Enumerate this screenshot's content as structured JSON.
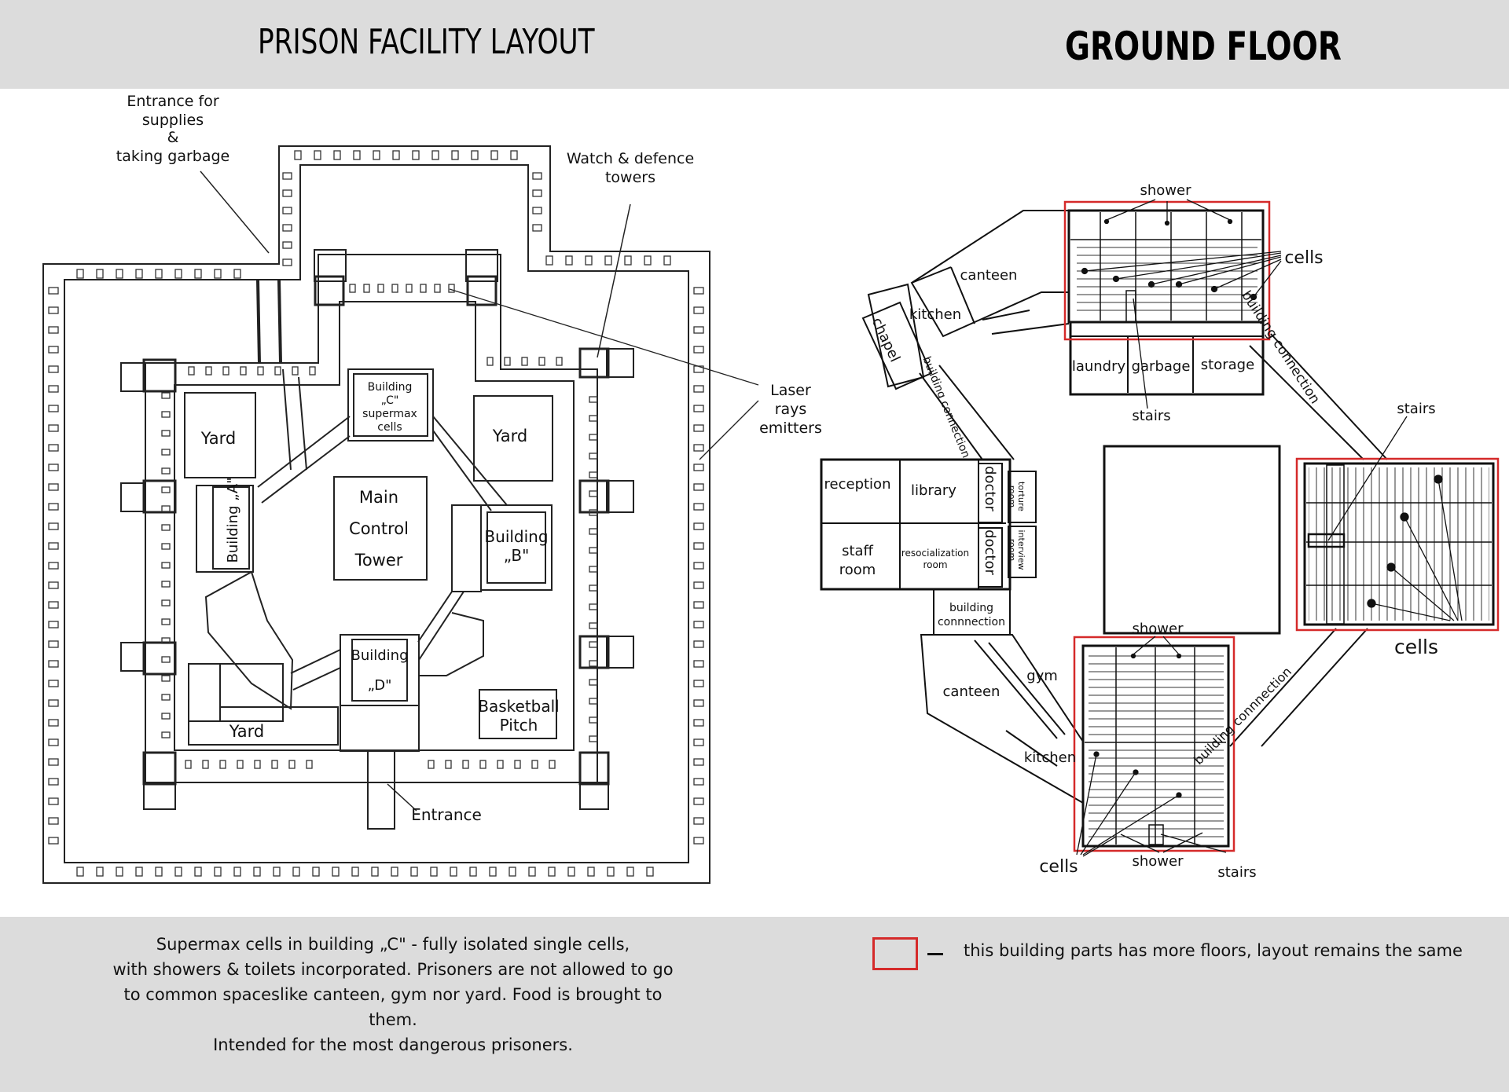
{
  "titles": {
    "left": "PRISON FACILITY LAYOUT",
    "right": "GROUND FLOOR"
  },
  "facility_labels": {
    "entrance_supplies": [
      "Entrance for",
      "supplies",
      "&",
      "taking garbage"
    ],
    "watch_towers": [
      "Watch & defence",
      "towers"
    ],
    "laser": [
      "Laser",
      "rays",
      "emitters"
    ],
    "building_c": [
      "Building",
      "„C\"",
      "supermax",
      "cells"
    ],
    "yard": "Yard",
    "main_control": [
      "Main",
      "Control",
      "Tower"
    ],
    "building_a": "Building „A\"",
    "building_b": [
      "Building",
      "„B\""
    ],
    "building_d": [
      "Building",
      "„D\""
    ],
    "basketball": [
      "Basketball",
      "Pitch"
    ],
    "entrance": "Entrance"
  },
  "floor_labels": {
    "shower": "shower",
    "cells": "cells",
    "canteen": "canteen",
    "kitchen": "kitchen",
    "chapel": "chapel",
    "laundry": "laundry",
    "garbage": "garbage",
    "storage": "storage",
    "stairs": "stairs",
    "building_connection": "building connection",
    "building_connnection": "building connnection",
    "reception": "reception",
    "library": "library",
    "doctor": "doctor",
    "torture_room": [
      "torture",
      "room"
    ],
    "interview_room": [
      "interview",
      "room"
    ],
    "staff_room": [
      "staff",
      "room"
    ],
    "resocialization_room": [
      "resocialization",
      "room"
    ],
    "gym": "gym"
  },
  "notes": {
    "supermax": [
      "Supermax cells in building „C\" - fully isolated single cells,",
      "with showers & toilets incorporated. Prisoners are not allowed to go",
      "to common spaceslike canteen, gym nor yard. Food is brought to them.",
      "Intended for the most dangerous prisoners."
    ],
    "legend": "this building parts has more floors, layout remains the same"
  },
  "colors": {
    "band": "#dcdcdc",
    "highlight": "#d52a2a",
    "ink": "#111111"
  }
}
